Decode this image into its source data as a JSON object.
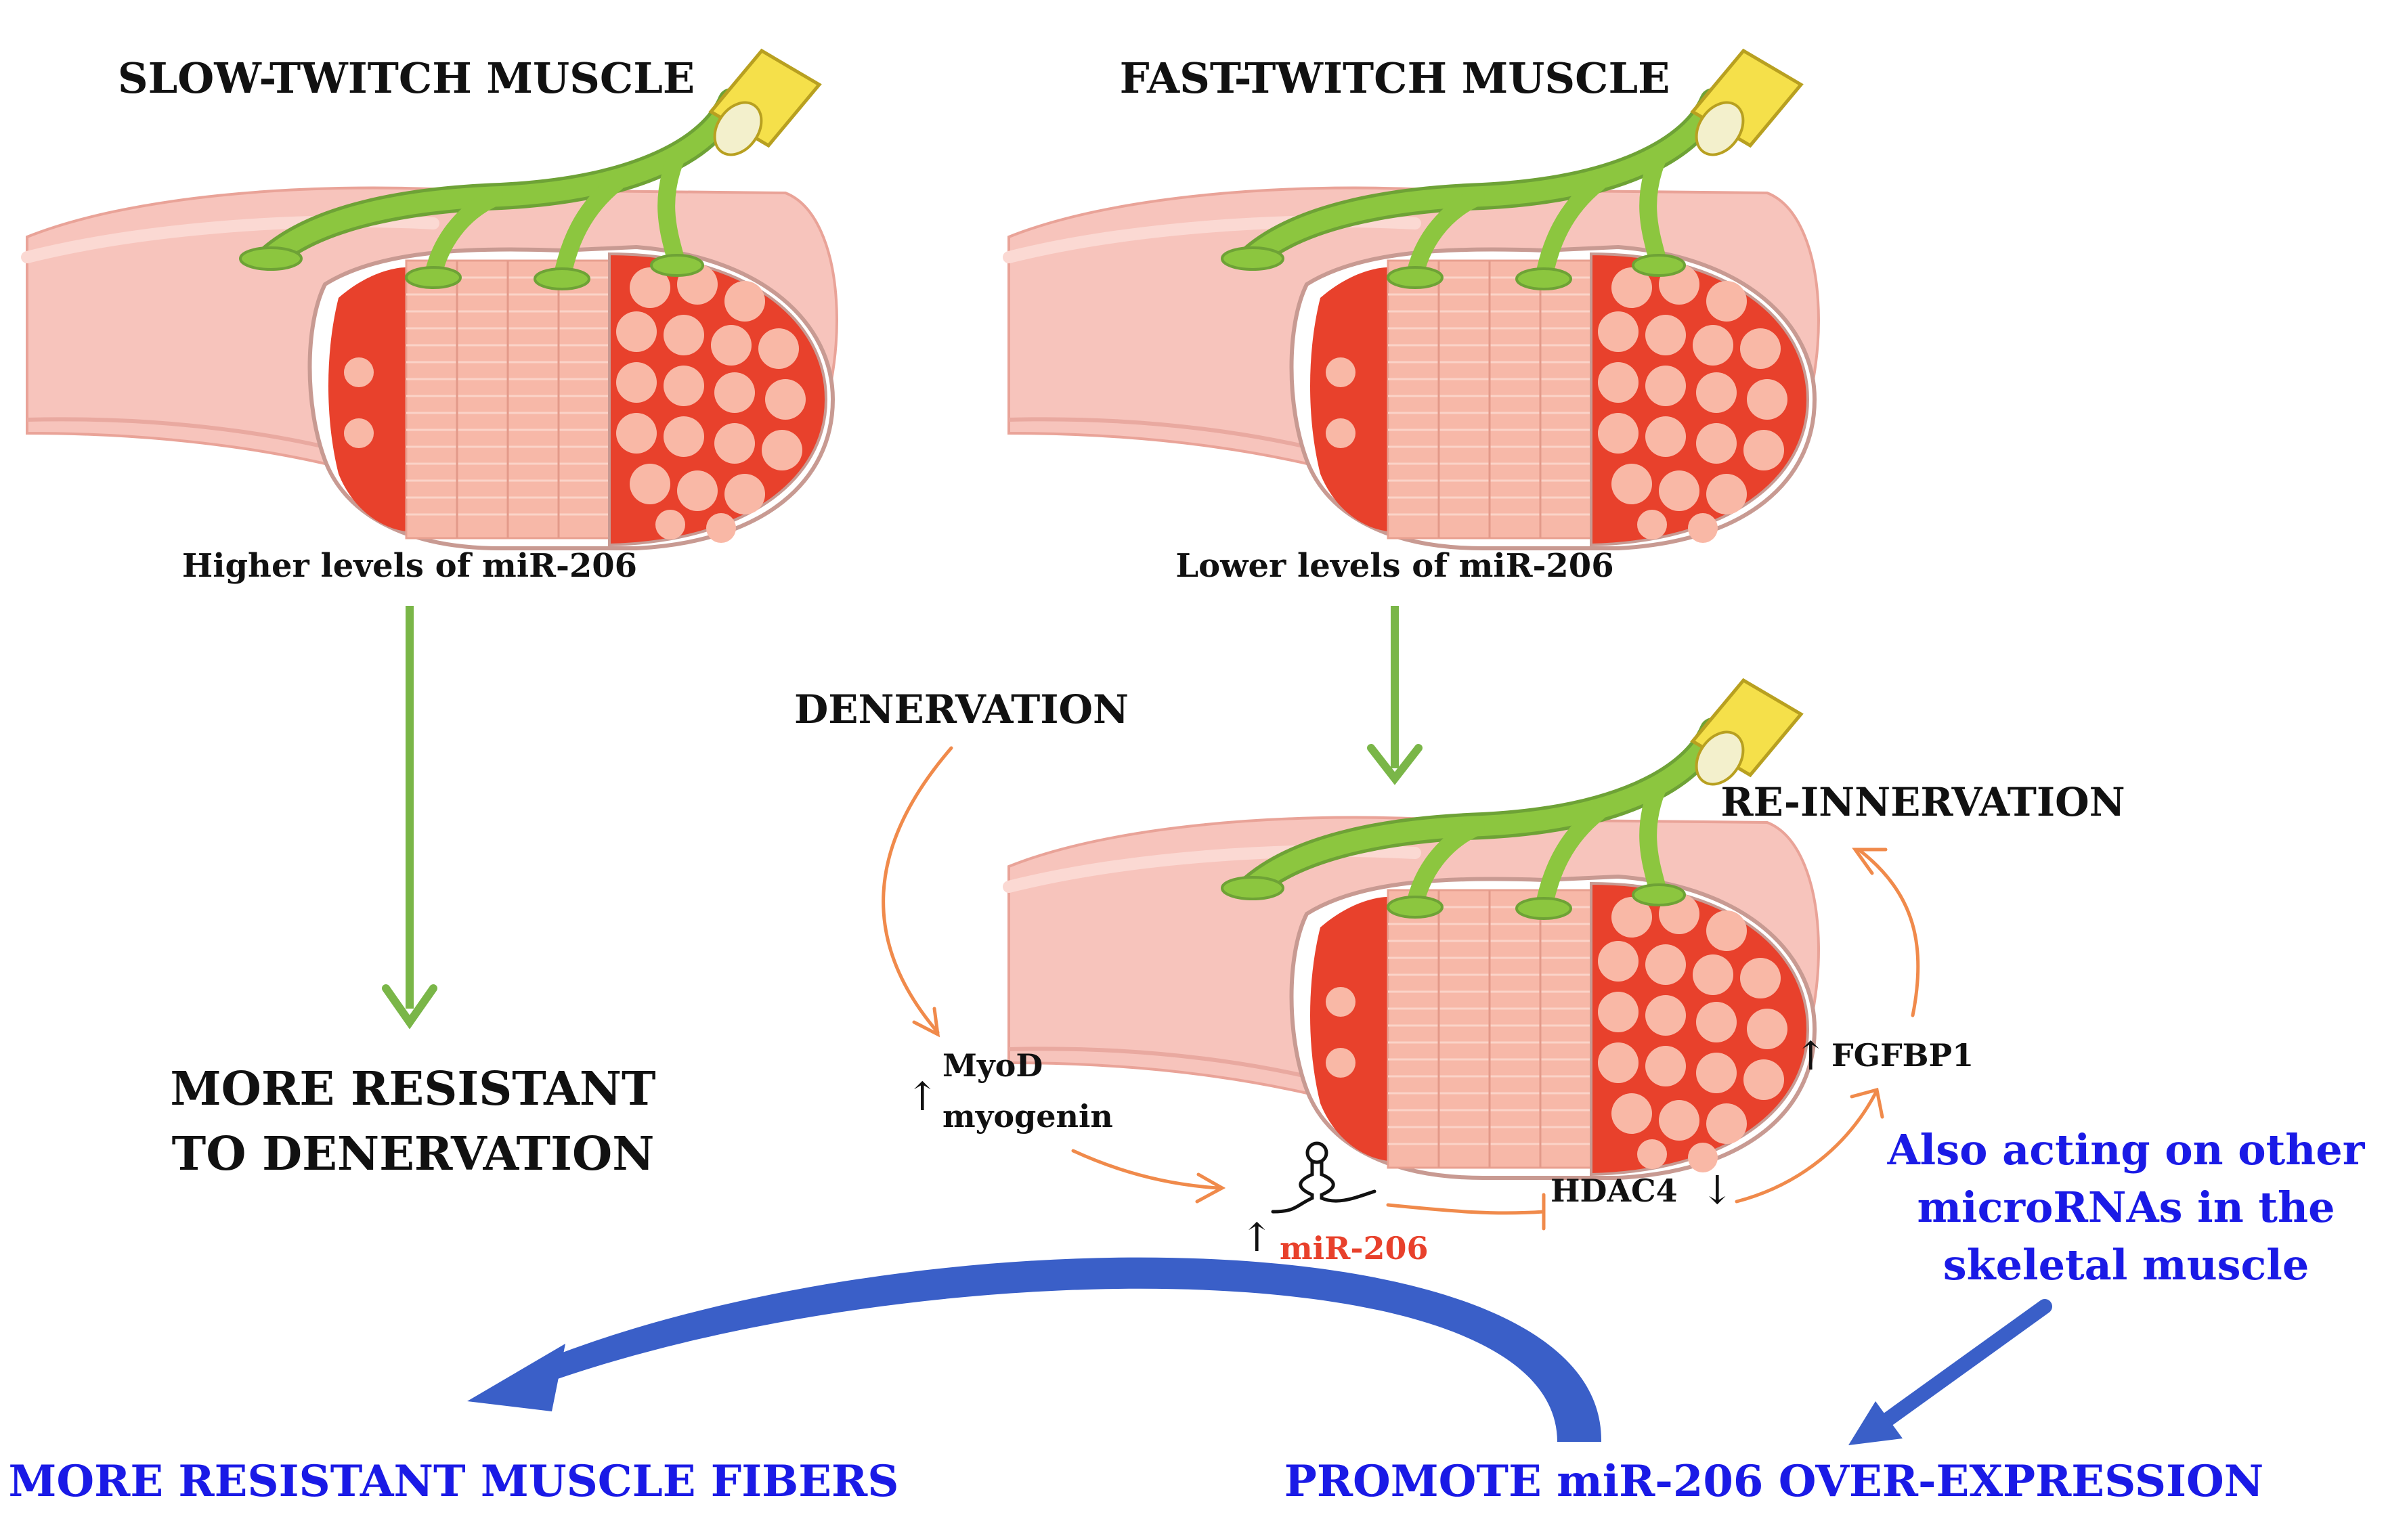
{
  "panels": {
    "slow": {
      "title": "SLOW-TWITCH MUSCLE",
      "caption": "Higher levels of miR-206"
    },
    "fast": {
      "title": "FAST-TWITCH MUSCLE",
      "caption": "Lower levels of miR-206"
    }
  },
  "outcomes": {
    "slow_result_line1": "MORE RESISTANT",
    "slow_result_line2": "TO DENERVATION"
  },
  "pathway": {
    "denervation": "DENERVATION",
    "myod": "MyoD",
    "myogenin": "myogenin",
    "mir206": "miR-206",
    "hdac4": "HDAC4",
    "fgfbp1": "FGFBP1",
    "reinnervation": "RE-INNERVATION",
    "up_arrow": "↑",
    "down_arrow": "↓"
  },
  "bottom": {
    "left": "MORE RESISTANT MUSCLE FIBERS",
    "right": "PROMOTE miR-206 OVER-EXPRESSION",
    "note_line1": "Also acting on other",
    "note_line2": "microRNAs in the",
    "note_line3": "skeletal muscle"
  },
  "colors": {
    "muscle_sheath": "#f7c4bc",
    "fiber_red": "#e8412c",
    "fibril_pink": "#f9b8a6",
    "nerve_green": "#8cc63f",
    "nerve_tip": "#f5e04a",
    "arrow_green": "#7ab648",
    "arrow_orange": "#f08a4b",
    "arrow_blue": "#3a5fc8",
    "text_blue": "#1a1ae6",
    "text_red": "#e8412c"
  }
}
